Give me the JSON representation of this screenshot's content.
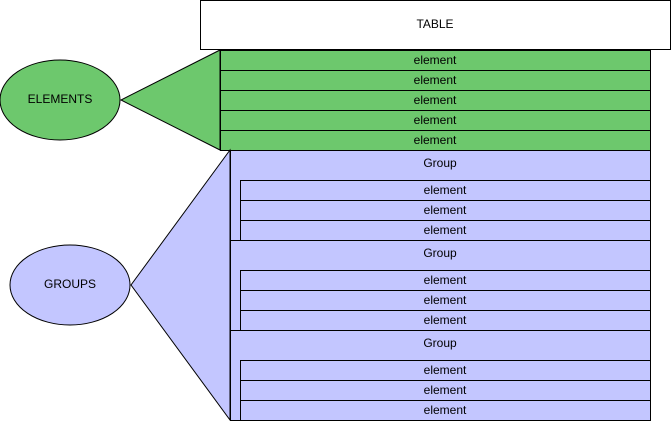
{
  "table": {
    "label": "TABLE",
    "fill": "#ffffff"
  },
  "elements_section": {
    "callout_label": "ELEMENTS",
    "fill": "#6dc86d",
    "items": [
      "element",
      "element",
      "element",
      "element",
      "element"
    ]
  },
  "groups_section": {
    "callout_label": "GROUPS",
    "fill": "#c3c6ff",
    "groups": [
      {
        "label": "Group",
        "items": [
          "element",
          "element",
          "element"
        ]
      },
      {
        "label": "Group",
        "items": [
          "element",
          "element",
          "element"
        ]
      },
      {
        "label": "Group",
        "items": [
          "element",
          "element",
          "element"
        ]
      }
    ]
  },
  "stroke": "#000000"
}
